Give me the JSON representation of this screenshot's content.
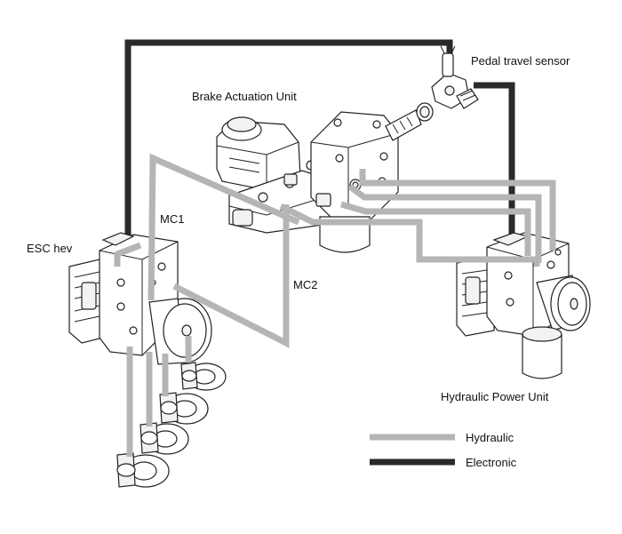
{
  "labels": {
    "pedal_travel_sensor": "Pedal travel sensor",
    "brake_actuation_unit": "Brake Actuation Unit",
    "esc_hev": "ESC hev",
    "mc1": "MC1",
    "mc2": "MC2",
    "hydraulic_power_unit": "Hydraulic Power Unit"
  },
  "legend": {
    "hydraulic": {
      "label": "Hydraulic",
      "color": "#b5b5b5"
    },
    "electronic": {
      "label": "Electronic",
      "color": "#2a2a2a"
    }
  }
}
